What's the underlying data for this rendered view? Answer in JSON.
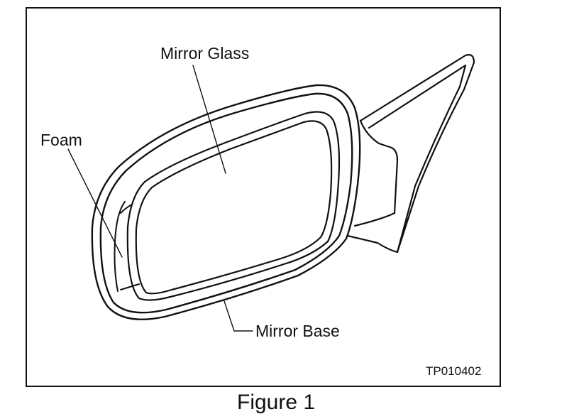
{
  "labels": {
    "mirror_glass": "Mirror Glass",
    "foam": "Foam",
    "mirror_base": "Mirror Base"
  },
  "figure_code": "TP010402",
  "caption": "Figure 1"
}
